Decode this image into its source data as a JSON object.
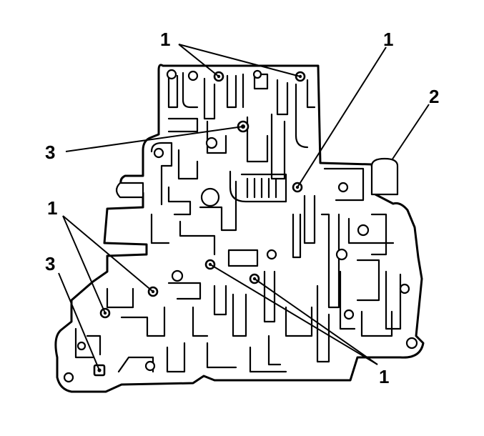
{
  "callouts": {
    "c1_top": "1",
    "c1_upper_right": "1",
    "c2": "2",
    "c3_upper": "3",
    "c1_left": "1",
    "c3_lower": "3",
    "c1_bottom": "1"
  }
}
